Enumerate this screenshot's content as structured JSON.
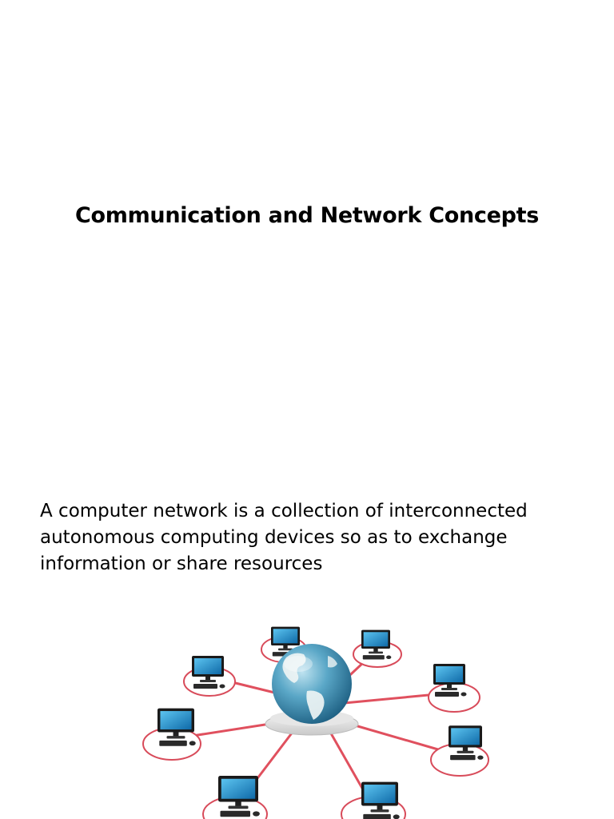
{
  "slide": {
    "title": "Communication and Network Concepts",
    "body": "A computer network is a collection of interconnected autonomous computing devices so as to exchange information or share resources"
  },
  "illustration": {
    "icon": "globe-network-icon",
    "node_icon": "computer-icon",
    "node_count": 8,
    "colors": {
      "link": "#e0505e",
      "ring": "#d84b5a",
      "screen": "#1e88c8",
      "globe": "#5aa7c7",
      "land": "#eef4f4"
    }
  }
}
